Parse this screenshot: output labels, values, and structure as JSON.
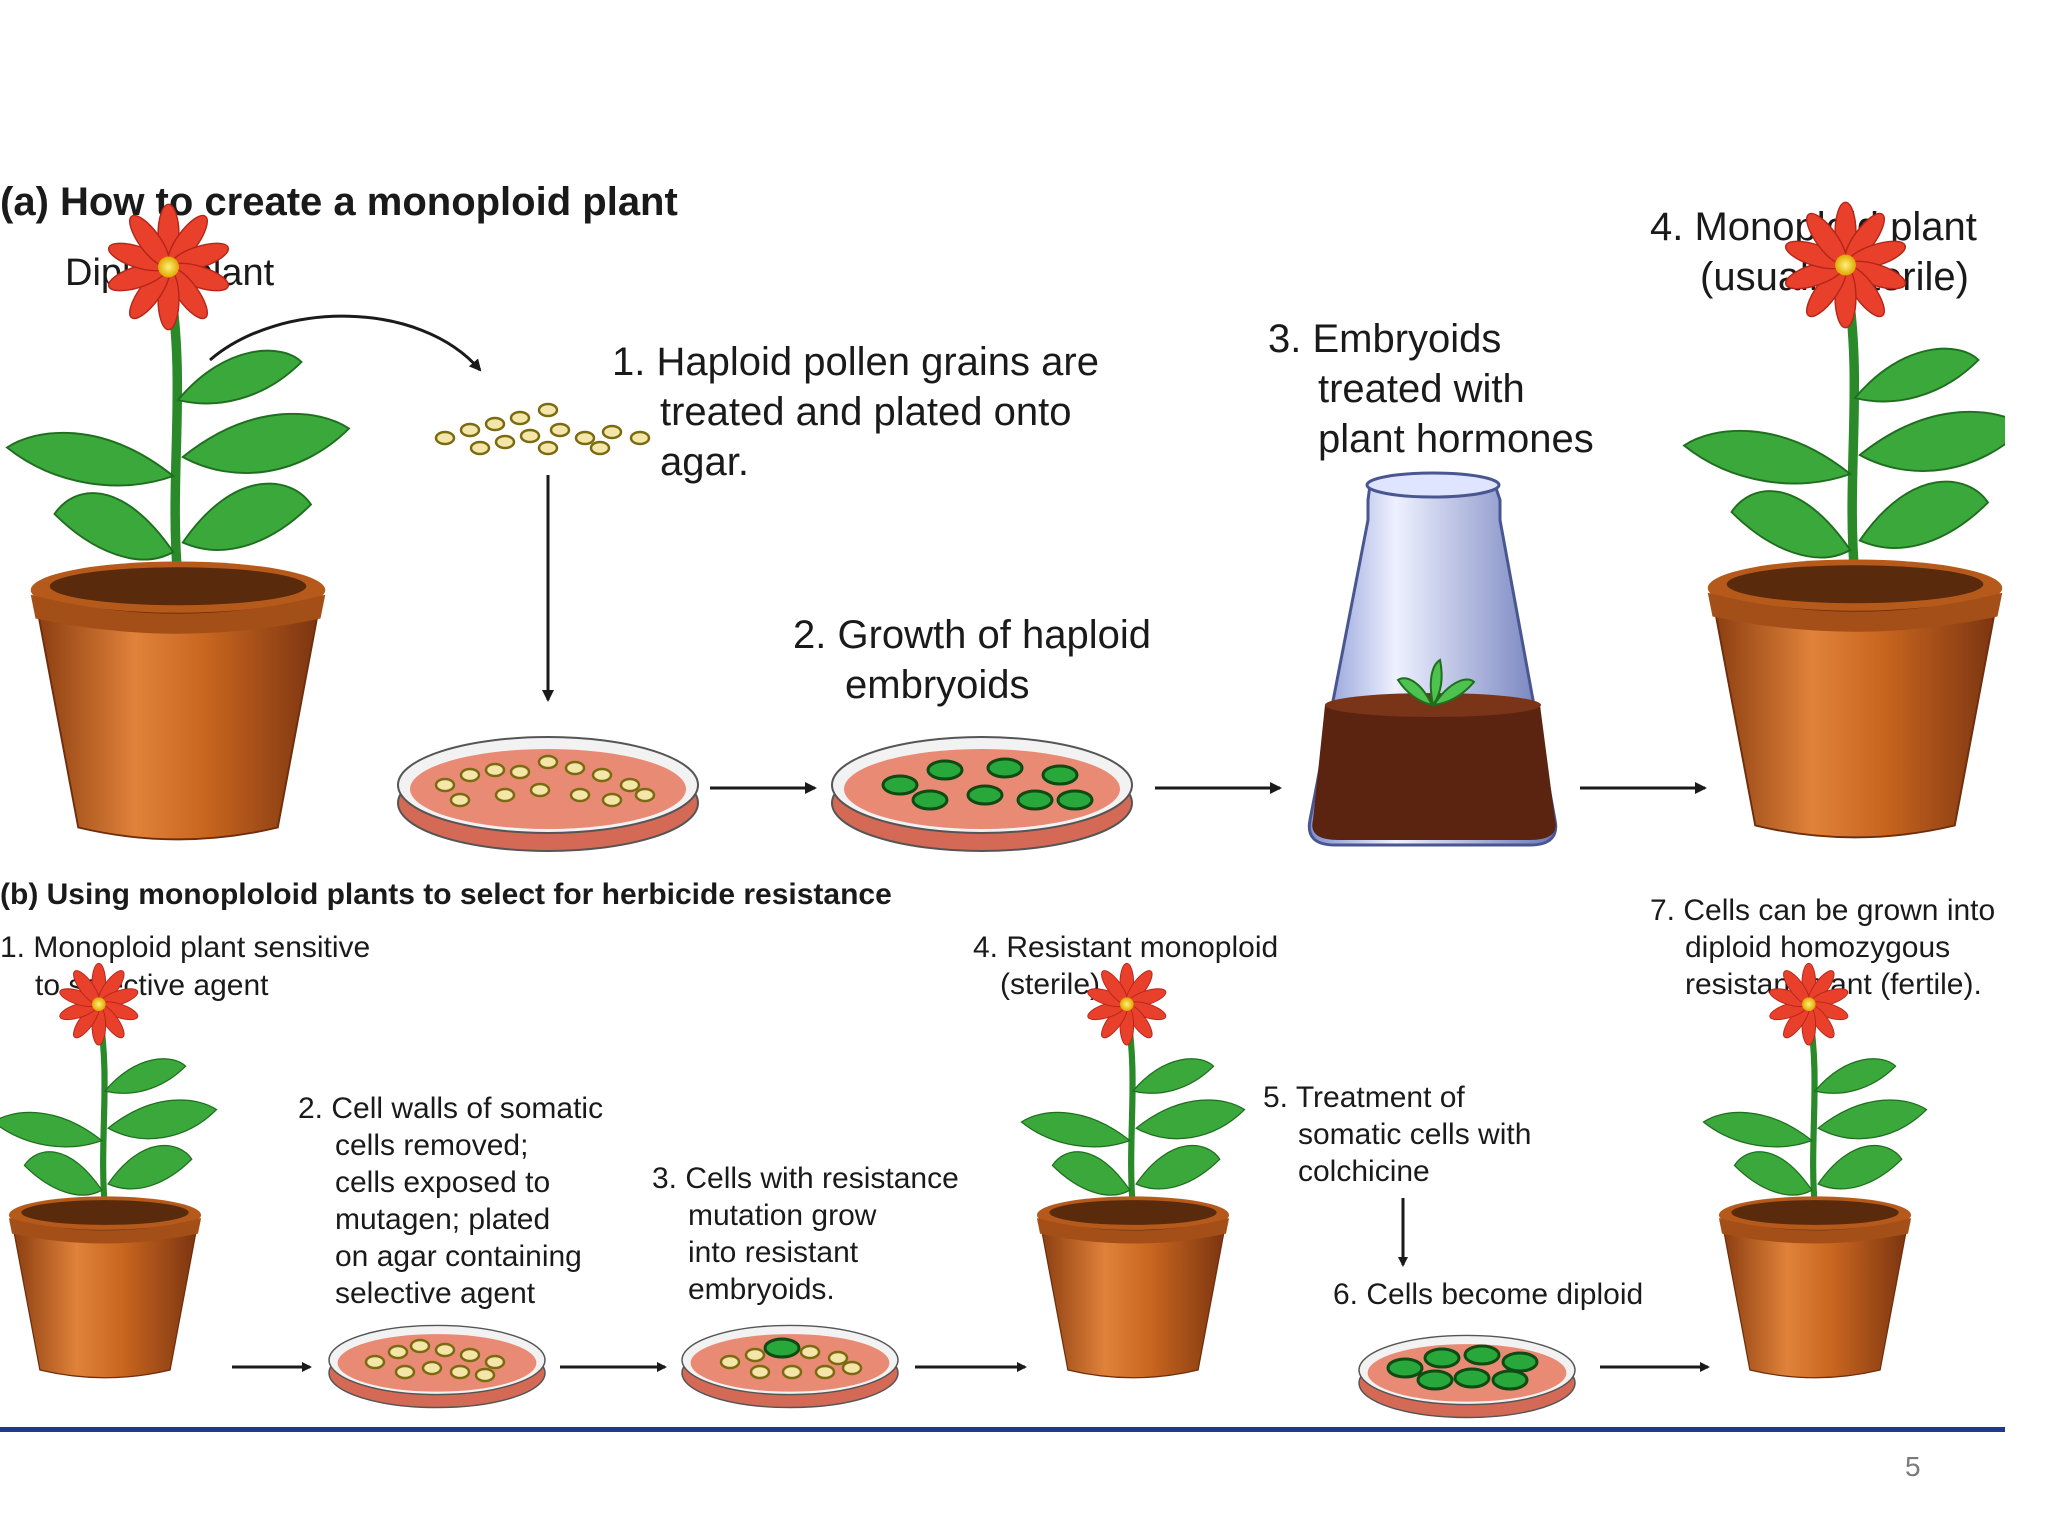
{
  "slide": {
    "page_number": "5"
  },
  "panel_a": {
    "title": "(a)  How to create a monoploid plant",
    "diploid_label": "Diploid plant",
    "step1": [
      "1. Haploid pollen grains are",
      "treated and plated onto",
      "agar."
    ],
    "step2": [
      "2. Growth of haploid",
      "embryoids"
    ],
    "step3": [
      "3. Embryoids",
      "treated with",
      "plant hormones"
    ],
    "step4": [
      "4. Monoploid plant",
      "(usually sterile)"
    ]
  },
  "panel_b": {
    "title": "(b)  Using monoploloid plants to select for herbicide resistance",
    "step1": [
      "1. Monoploid plant sensitive",
      "to selective agent"
    ],
    "step2": [
      "2. Cell walls of somatic",
      "cells removed;",
      "cells exposed to",
      "mutagen; plated",
      "on agar containing",
      "selective agent"
    ],
    "step3": [
      "3. Cells with resistance",
      "mutation grow",
      "into resistant",
      "embryoids."
    ],
    "step4": [
      "4. Resistant monoploid",
      "(sterile)"
    ],
    "step5": [
      "5. Treatment of",
      "somatic cells with",
      "colchicine"
    ],
    "step6": [
      "6. Cells become diploid"
    ],
    "step7": [
      "7. Cells can be grown into",
      "diploid homozygous",
      "resistant plant (fertile)."
    ]
  },
  "colors": {
    "pot": "#c8651f",
    "pot_dark": "#8a3d10",
    "leaf": "#2e9a2e",
    "petal": "#e8402a",
    "agar": "#e98a74",
    "rule": "#1f3a8a"
  }
}
